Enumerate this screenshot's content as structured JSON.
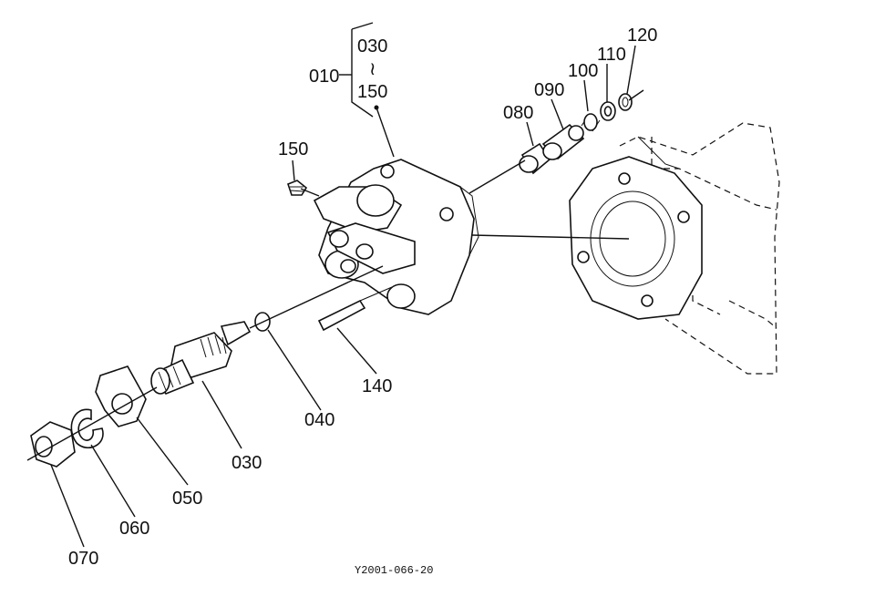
{
  "parts": [
    {
      "id": "label-010",
      "text": "010"
    },
    {
      "id": "label-030-top",
      "text": "030"
    },
    {
      "id": "label-range-sep",
      "text": "≀"
    },
    {
      "id": "label-150-top",
      "text": "150"
    },
    {
      "id": "label-150",
      "text": "150"
    },
    {
      "id": "label-080",
      "text": "080"
    },
    {
      "id": "label-090",
      "text": "090"
    },
    {
      "id": "label-100",
      "text": "100"
    },
    {
      "id": "label-110",
      "text": "110"
    },
    {
      "id": "label-120",
      "text": "120"
    },
    {
      "id": "label-140",
      "text": "140"
    },
    {
      "id": "label-040",
      "text": "040"
    },
    {
      "id": "label-030",
      "text": "030"
    },
    {
      "id": "label-050",
      "text": "050"
    },
    {
      "id": "label-060",
      "text": "060"
    },
    {
      "id": "label-070",
      "text": "070"
    }
  ],
  "figure_id": "Y2001-066-20"
}
